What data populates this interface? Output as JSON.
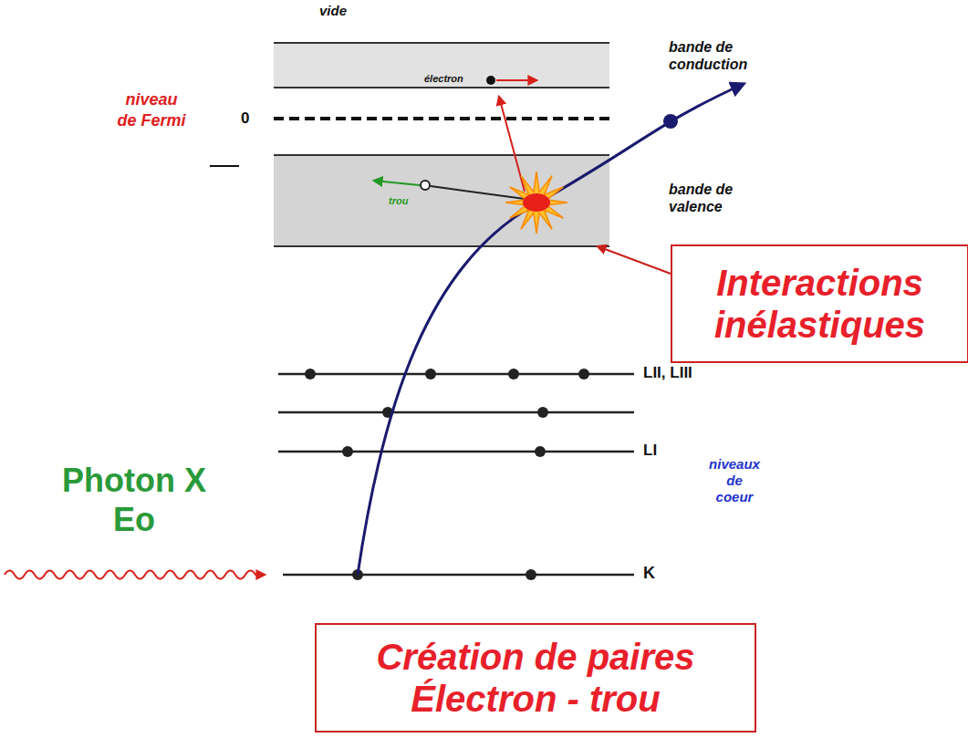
{
  "diagram": {
    "nodes": [
      {
        "text": [
          "bande de conduction",
          "électron"
        ]
      },
      {
        "text": [
          "bande de valence",
          "trou"
        ]
      },
      {
        "text": [
          "Interactions inélastiques"
        ]
      },
      {
        "text": [
          "Création de paires Électron - trou"
        ]
      }
    ],
    "edges": [
      {
        "from": 2,
        "to": 1,
        "arrow": "to"
      }
    ],
    "labels": [
      "vide",
      "niveau de Fermi",
      "0",
      "LII, LIII",
      "LI",
      "niveaux de coeur",
      "K",
      "Photon X Eo"
    ]
  }
}
